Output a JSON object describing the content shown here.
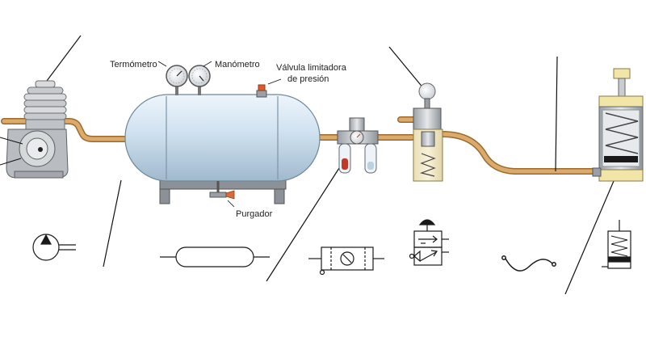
{
  "labels": {
    "thermometer": "Termómetro",
    "manometer": "Manómetro",
    "relief_valve_line1": "Válvula limitadora",
    "relief_valve_line2": "de presión",
    "drain": "Purgador"
  },
  "colors": {
    "pipe": "#d9a463",
    "pipe_edge": "#9c6a2e",
    "tank": "#d2e4f2",
    "tank_edge": "#6f8798",
    "metal": "#c9ccd0",
    "valve_body": "#f2e8c2",
    "symbol": "#1a1a1a"
  },
  "components": [
    {
      "name": "compressor",
      "icon": "compressor-icon"
    },
    {
      "name": "air-tank",
      "icon": "tank-icon"
    },
    {
      "name": "frl-unit",
      "icon": "filter-regulator-icon"
    },
    {
      "name": "directional-valve",
      "icon": "valve-icon"
    },
    {
      "name": "hose",
      "icon": "hose-icon"
    },
    {
      "name": "cylinder",
      "icon": "cylinder-icon"
    }
  ]
}
